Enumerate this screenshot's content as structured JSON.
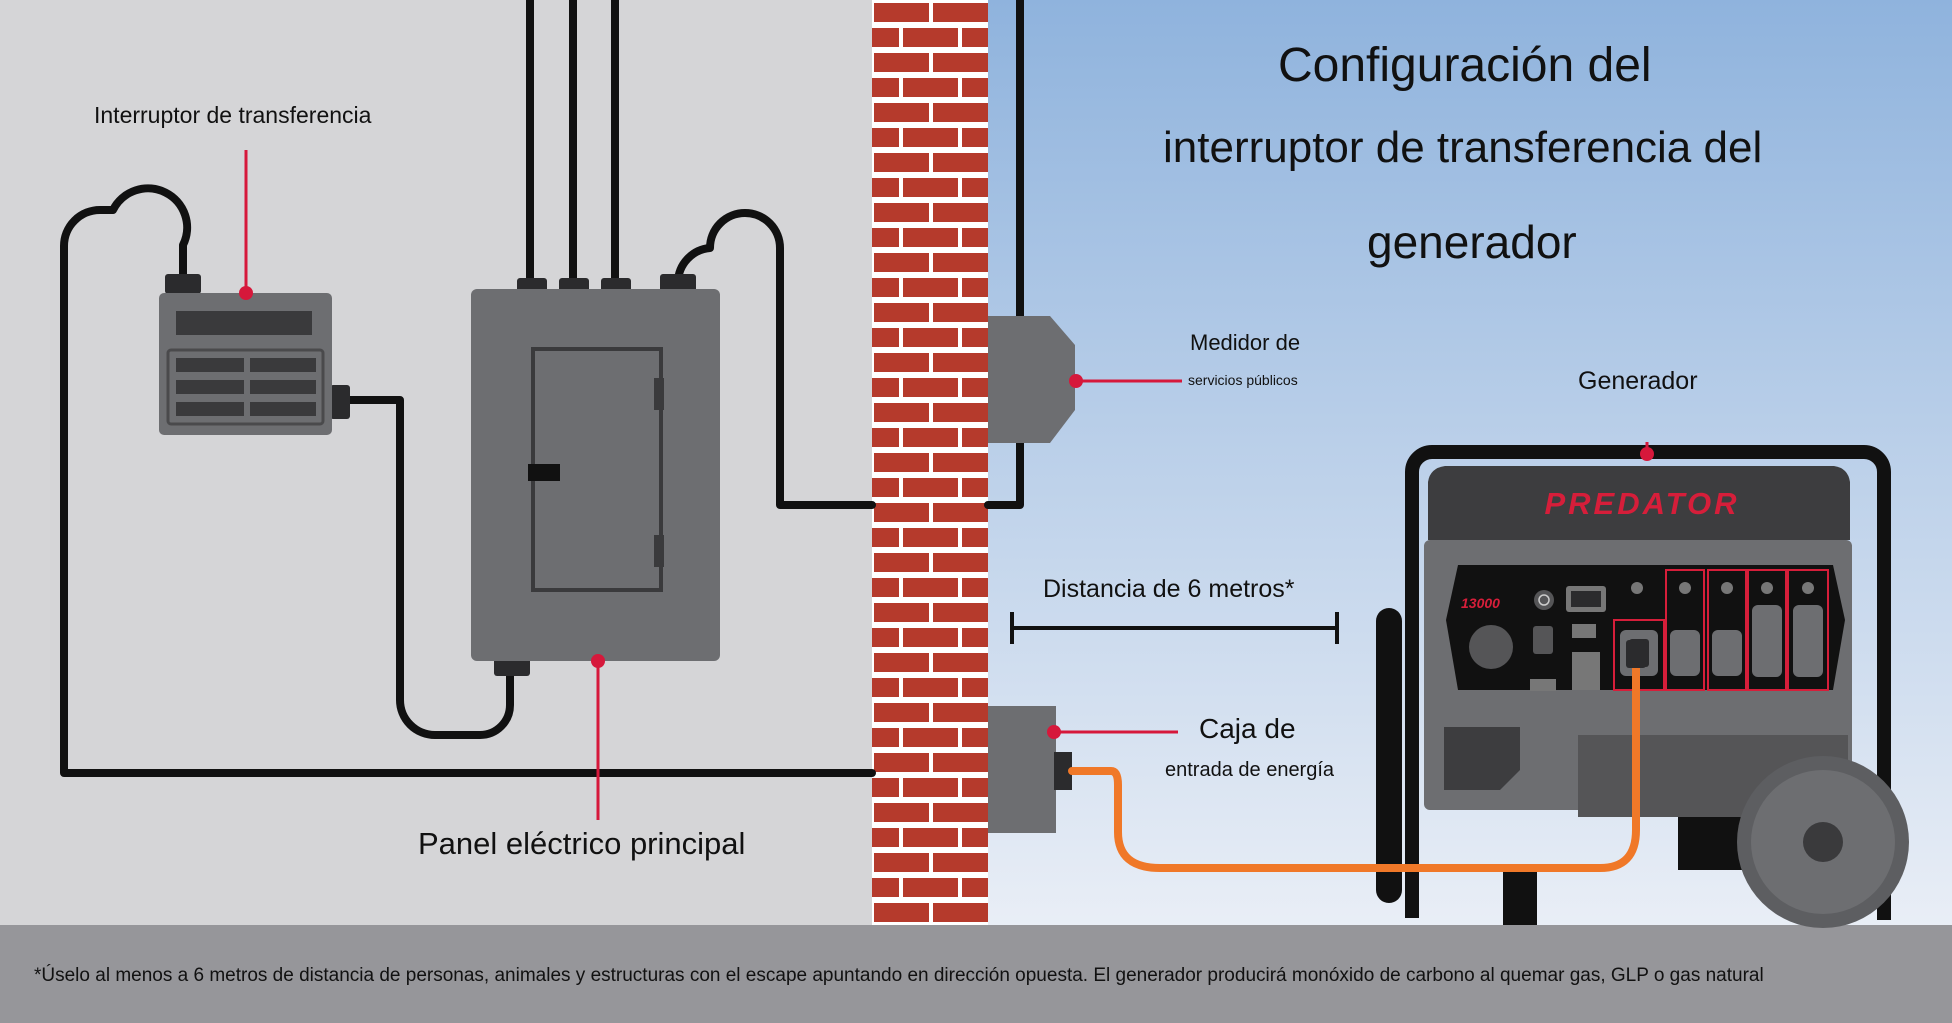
{
  "title": {
    "line1": "Configuración del",
    "line2": "interruptor de transferencia del",
    "line3": "generador"
  },
  "labels": {
    "transfer_switch": "Interruptor de transferencia",
    "main_panel": "Panel eléctrico principal",
    "meter_line1": "Medidor de",
    "meter_line2": "servicios públicos",
    "generator": "Generador",
    "distance": "Distancia de 6 metros*",
    "inlet_line1": "Caja de",
    "inlet_line2": "entrada de energía"
  },
  "generator": {
    "brand": "PREDATOR",
    "model": "13000"
  },
  "footnote": "*Úselo al menos a 6 metros de distancia de personas, animales y estructuras con el escape apuntando en dirección opuesta. El generador producirá monóxido de carbono al quemar gas, GLP o gas natural",
  "colors": {
    "indoor_wall": "#d5d5d7",
    "sky_top": "#8fb3dd",
    "sky_bottom": "#e9eef6",
    "brick": "#b53a2c",
    "mortar": "#ffffff",
    "ground": "#96969a",
    "callout_red": "#d6183b",
    "cord_orange": "#f07828",
    "device_gray": "#6d6e71",
    "brand_red": "#d61e3a"
  }
}
